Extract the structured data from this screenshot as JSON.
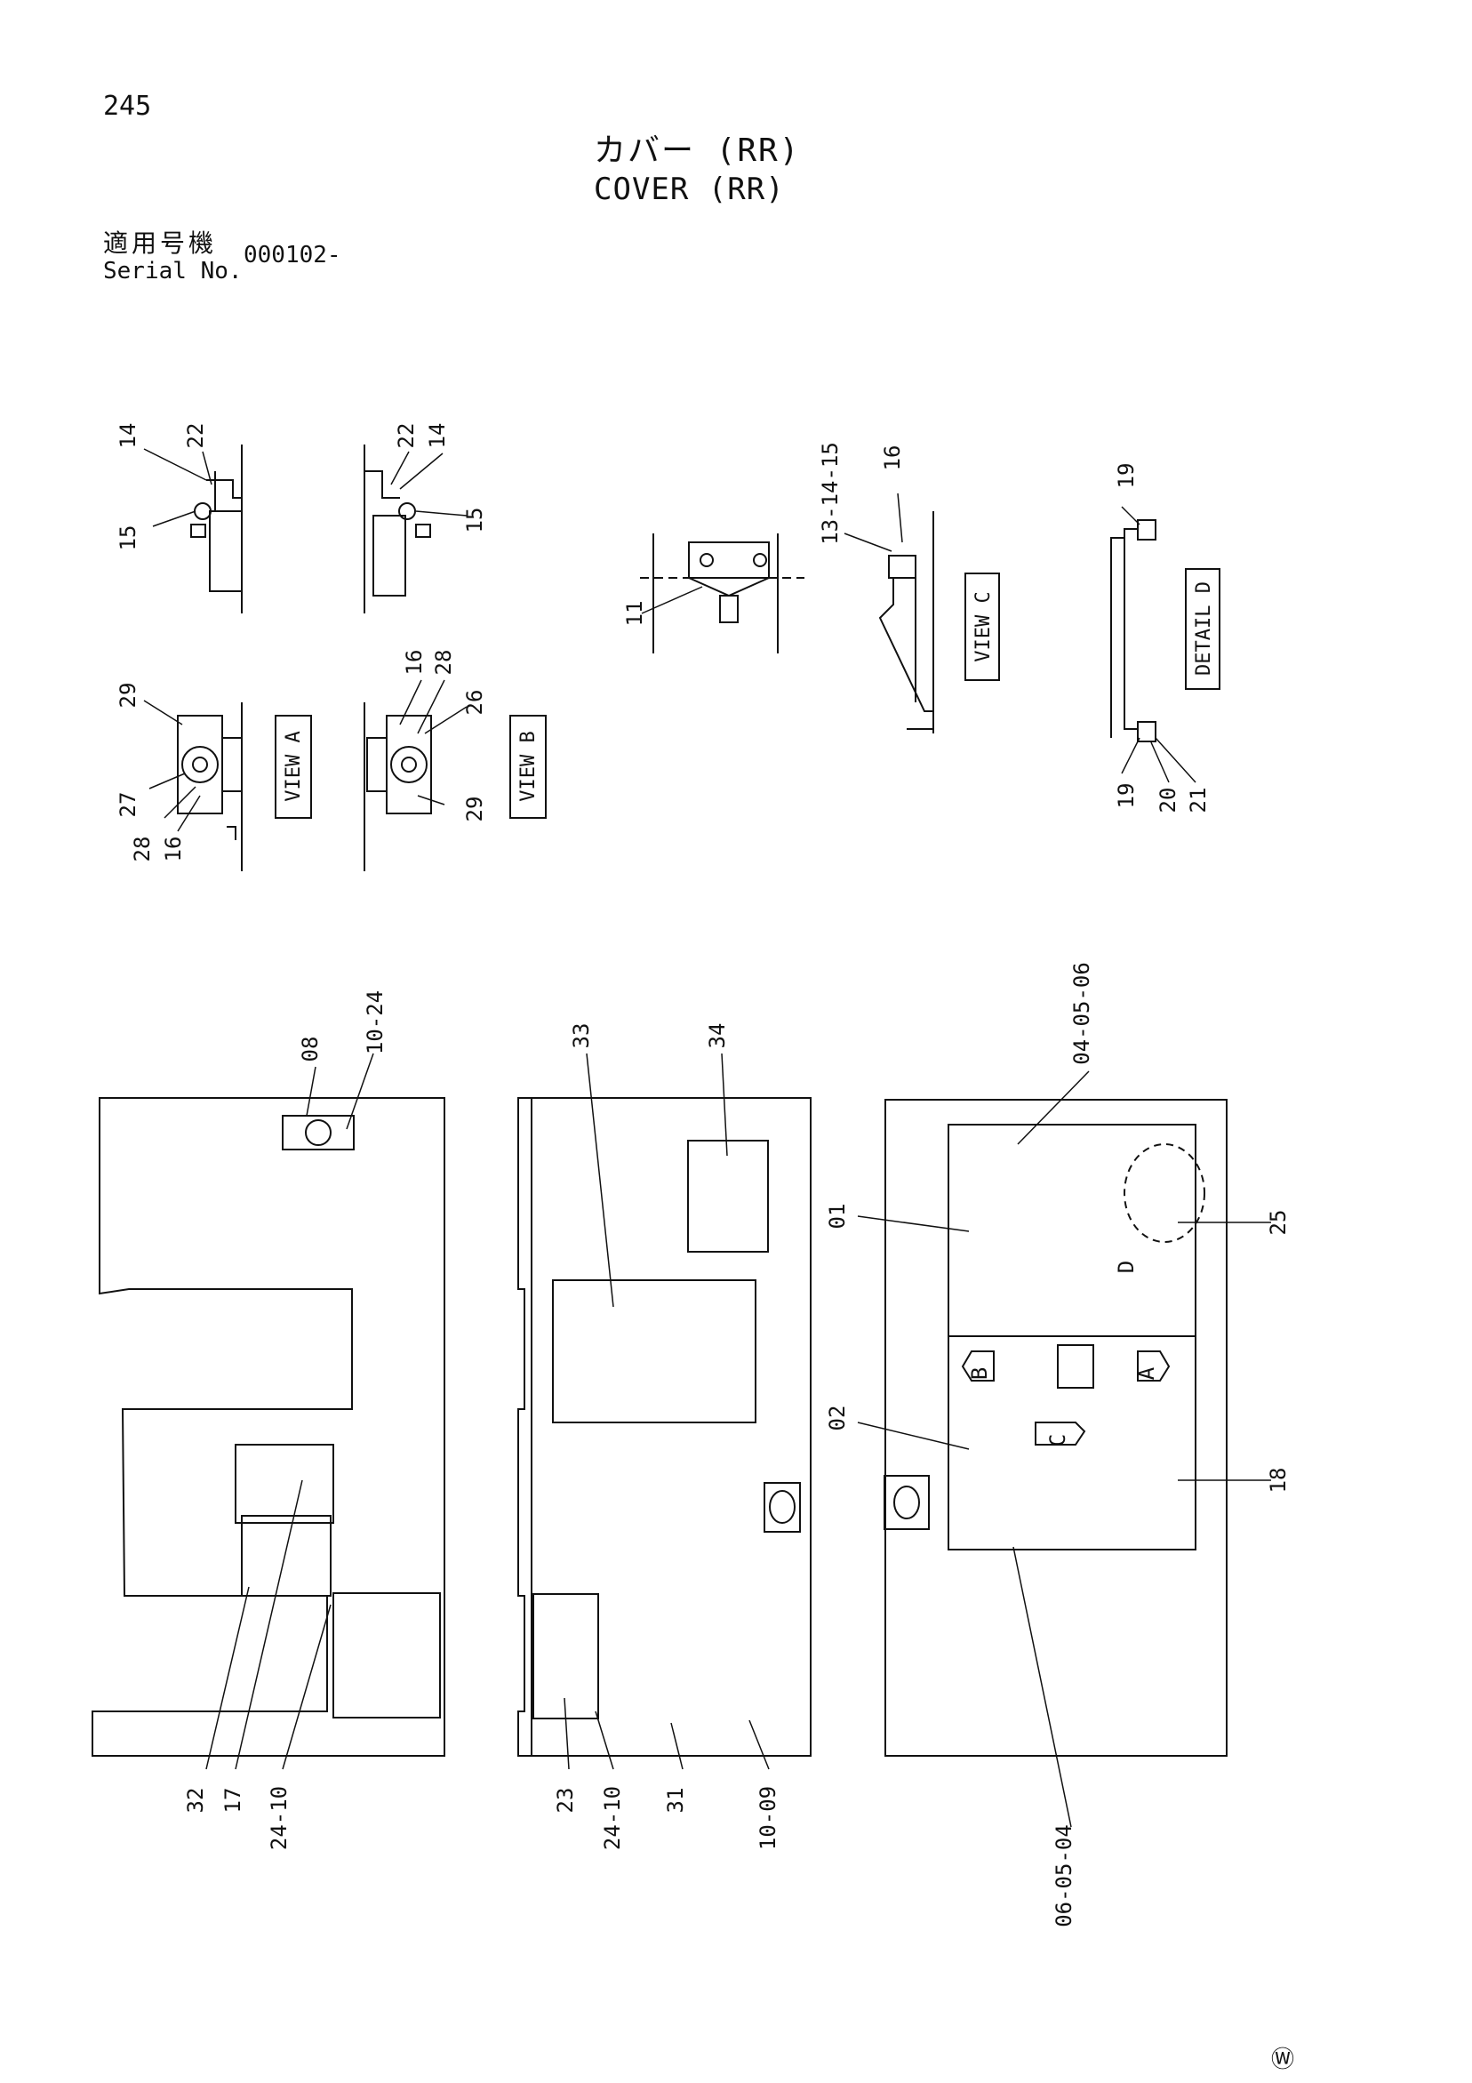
{
  "page_number": "245",
  "title": {
    "jp": "カバー (RR)",
    "en": "COVER (RR)"
  },
  "serial": {
    "label_jp": "適用号機",
    "label_en": "Serial No.",
    "value": "000102-"
  },
  "views": {
    "a": "VIEW A",
    "b": "VIEW B",
    "c": "VIEW C",
    "d": "DETAIL D"
  },
  "callouts": {
    "va_top": [
      "14",
      "22",
      "15"
    ],
    "vb_top": [
      "22",
      "14",
      "15"
    ],
    "va_bottom": [
      "29",
      "27",
      "28",
      "16"
    ],
    "vb_bottom": [
      "16",
      "28",
      "26",
      "29"
    ],
    "vc": [
      "11",
      "13-14-15",
      "16"
    ],
    "vd": [
      "19",
      "19",
      "20",
      "21"
    ],
    "left_panel": [
      "08",
      "10-24",
      "32",
      "17",
      "24-10"
    ],
    "mid_panel": [
      "33",
      "34",
      "23",
      "24-10",
      "31",
      "10-09"
    ],
    "right_panel": [
      "04-05-06",
      "01",
      "25",
      "02",
      "18",
      "06-05-04"
    ],
    "arrow_letters": [
      "B",
      "A",
      "C",
      "D"
    ]
  },
  "footer_mark": "Ⓦ"
}
